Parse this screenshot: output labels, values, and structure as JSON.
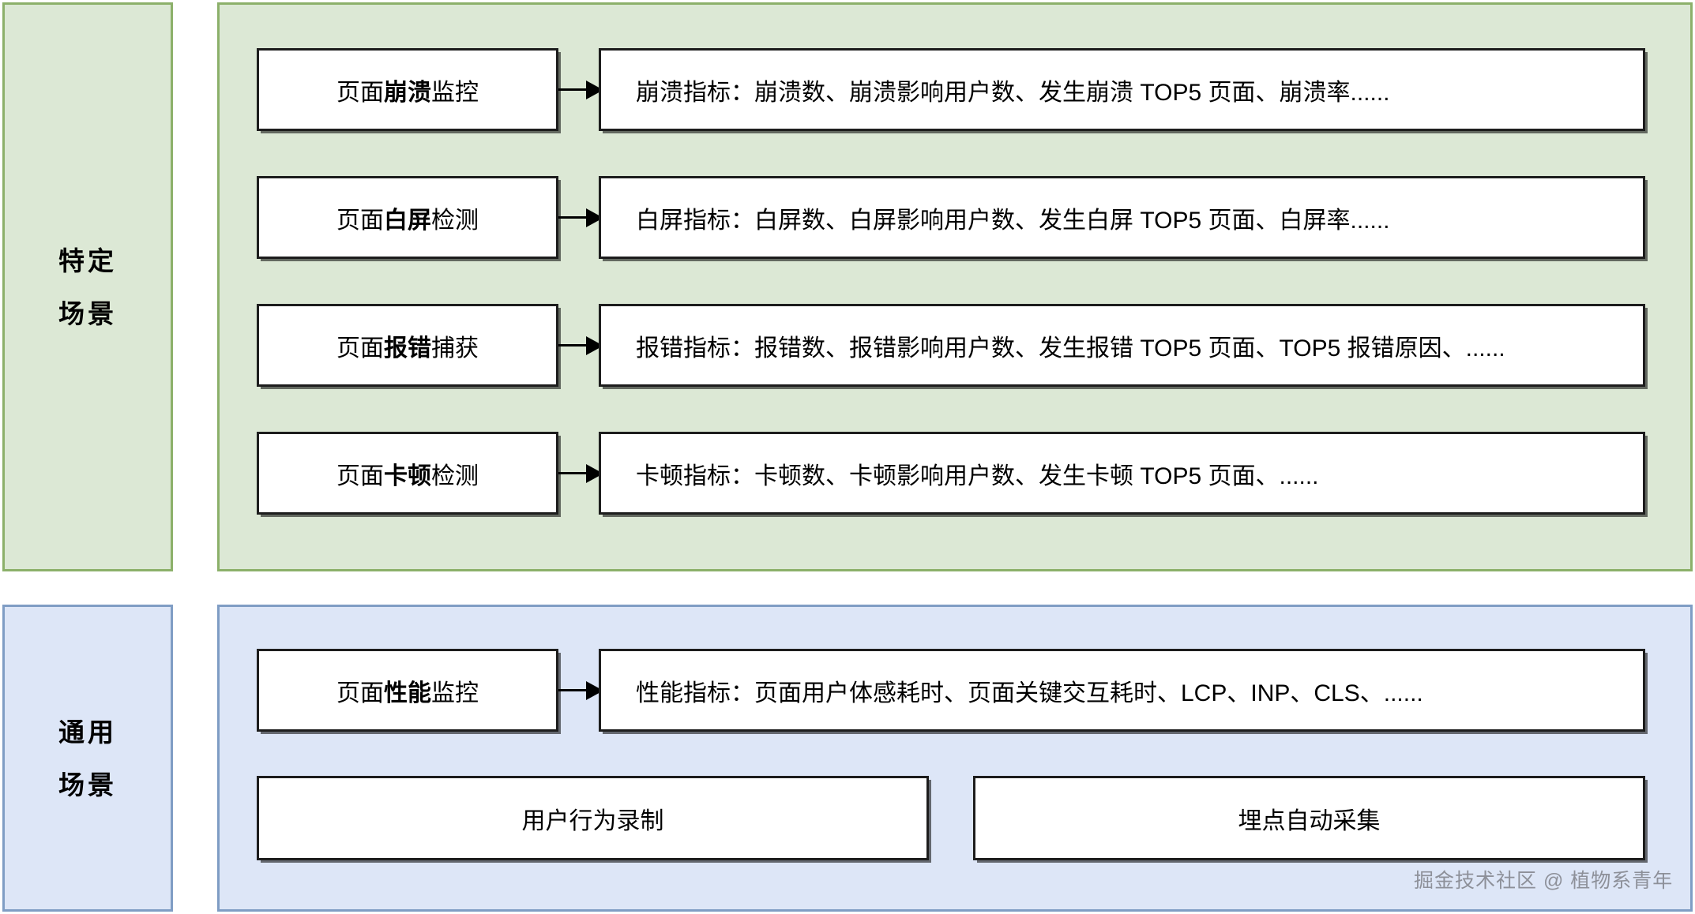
{
  "sections": [
    {
      "id": "specific",
      "label_lines": [
        "特定",
        "场景"
      ],
      "accent": "#8cb06a",
      "fill": "#dce8d5",
      "rows": [
        {
          "source_prefix": "页面",
          "source_bold": "崩溃",
          "source_suffix": "监控",
          "source_full": "页面崩溃监控",
          "target": "崩溃指标：崩溃数、崩溃影响用户数、发生崩溃 TOP5 页面、崩溃率......"
        },
        {
          "source_prefix": "页面",
          "source_bold": "白屏",
          "source_suffix": "检测",
          "source_full": "页面白屏检测",
          "target": "白屏指标：白屏数、白屏影响用户数、发生白屏 TOP5 页面、白屏率......"
        },
        {
          "source_prefix": "页面",
          "source_bold": "报错",
          "source_suffix": "捕获",
          "source_full": "页面报错捕获",
          "target": "报错指标：报错数、报错影响用户数、发生报错 TOP5 页面、TOP5 报错原因、......"
        },
        {
          "source_prefix": "页面",
          "source_bold": "卡顿",
          "source_suffix": "检测",
          "source_full": "页面卡顿检测",
          "target": "卡顿指标：卡顿数、卡顿影响用户数、发生卡顿 TOP5 页面、......"
        }
      ]
    },
    {
      "id": "general",
      "label_lines": [
        "通用",
        "场景"
      ],
      "accent": "#7f9dc4",
      "fill": "#dde6f7",
      "rows": [
        {
          "source_prefix": "页面",
          "source_bold": "性能",
          "source_suffix": "监控",
          "source_full": "页面性能监控",
          "target": "性能指标：页面用户体感耗时、页面关键交互耗时、LCP、INP、CLS、......"
        }
      ],
      "wide_boxes": [
        "用户行为录制",
        "埋点自动采集"
      ]
    }
  ],
  "watermark": "掘金技术社区 @ 植物系青年"
}
